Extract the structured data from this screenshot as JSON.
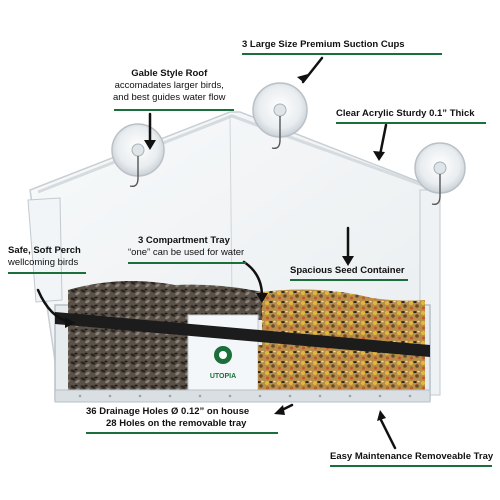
{
  "callouts": {
    "suction_cups": {
      "title": "3 Large Size Premium Suction Cups"
    },
    "gable_roof": {
      "title": "Gable Style Roof",
      "line1": "accomadates larger birds,",
      "line2": "and best guides water flow"
    },
    "acrylic": {
      "title": "Clear Acrylic Sturdy 0.1” Thick"
    },
    "perch": {
      "title": "Safe, Soft Perch",
      "line1": "wellcoming birds"
    },
    "tray": {
      "title": "3 Compartment Tray",
      "line1": "“one” can be used for water"
    },
    "seed_container": {
      "title": "Spacious Seed Container"
    },
    "drainage": {
      "title": "36 Drainage Holes Ø 0.12” on house",
      "line1": "28 Holes on the removable tray"
    },
    "maintenance": {
      "title": "Easy Maintenance Removeable Tray"
    }
  },
  "brand": {
    "logo_text": "UTOPIA"
  },
  "colors": {
    "accent": "#1b6f3a",
    "text": "#111111",
    "background": "#ffffff"
  }
}
